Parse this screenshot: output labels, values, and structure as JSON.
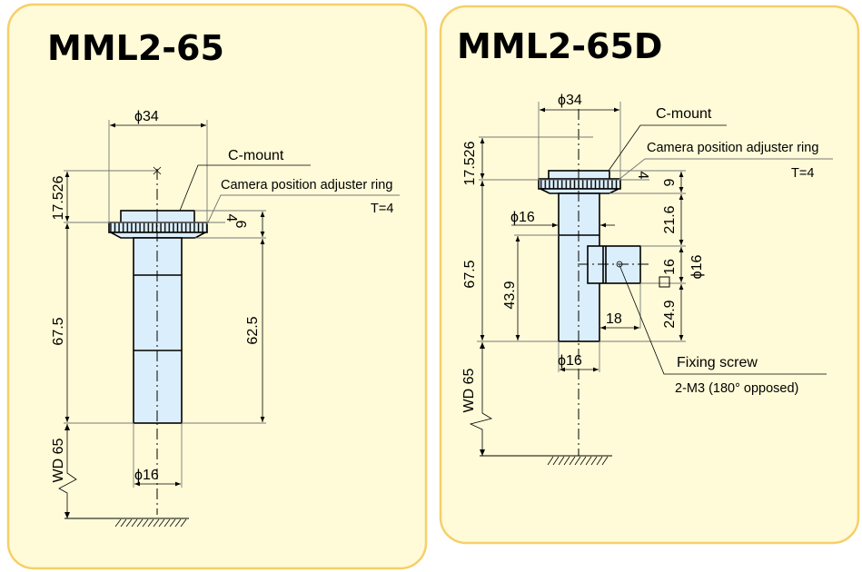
{
  "panels": [
    {
      "title": "MML2-65",
      "labels": {
        "c_mount": "C-mount",
        "adjuster_ring": "Camera position adjuster ring",
        "ring_thickness": "T=4"
      },
      "dimensions": {
        "top_diameter": "ϕ34",
        "flange_offset": "17.526",
        "ring_height": "4",
        "mount_height": "9",
        "body_length": "67.5",
        "tube_length": "62.5",
        "working_distance": "WD 65",
        "tube_diameter": "ϕ16"
      }
    },
    {
      "title": "MML2-65D",
      "labels": {
        "c_mount": "C-mount",
        "adjuster_ring": "Camera position adjuster ring",
        "ring_thickness": "T=4",
        "fixing_screw": "Fixing screw",
        "fixing_screw_spec": "2-M3 (180° opposed)"
      },
      "dimensions": {
        "top_diameter": "ϕ34",
        "flange_offset": "17.526",
        "ring_height": "4",
        "mount_height": "9",
        "upper_tube": "21.6",
        "port_square": "□16",
        "port_diameter": "ϕ16",
        "lower_tube": "24.9",
        "port_offset": "43.9",
        "body_length": "67.5",
        "port_length": "18",
        "mid_diameter": "ϕ16",
        "tube_diameter": "ϕ16",
        "working_distance": "WD 65"
      }
    }
  ],
  "colors": {
    "panel_fill": "#fffbd8",
    "panel_border": "#f6cf6a",
    "part_fill": "#dbeefb"
  }
}
